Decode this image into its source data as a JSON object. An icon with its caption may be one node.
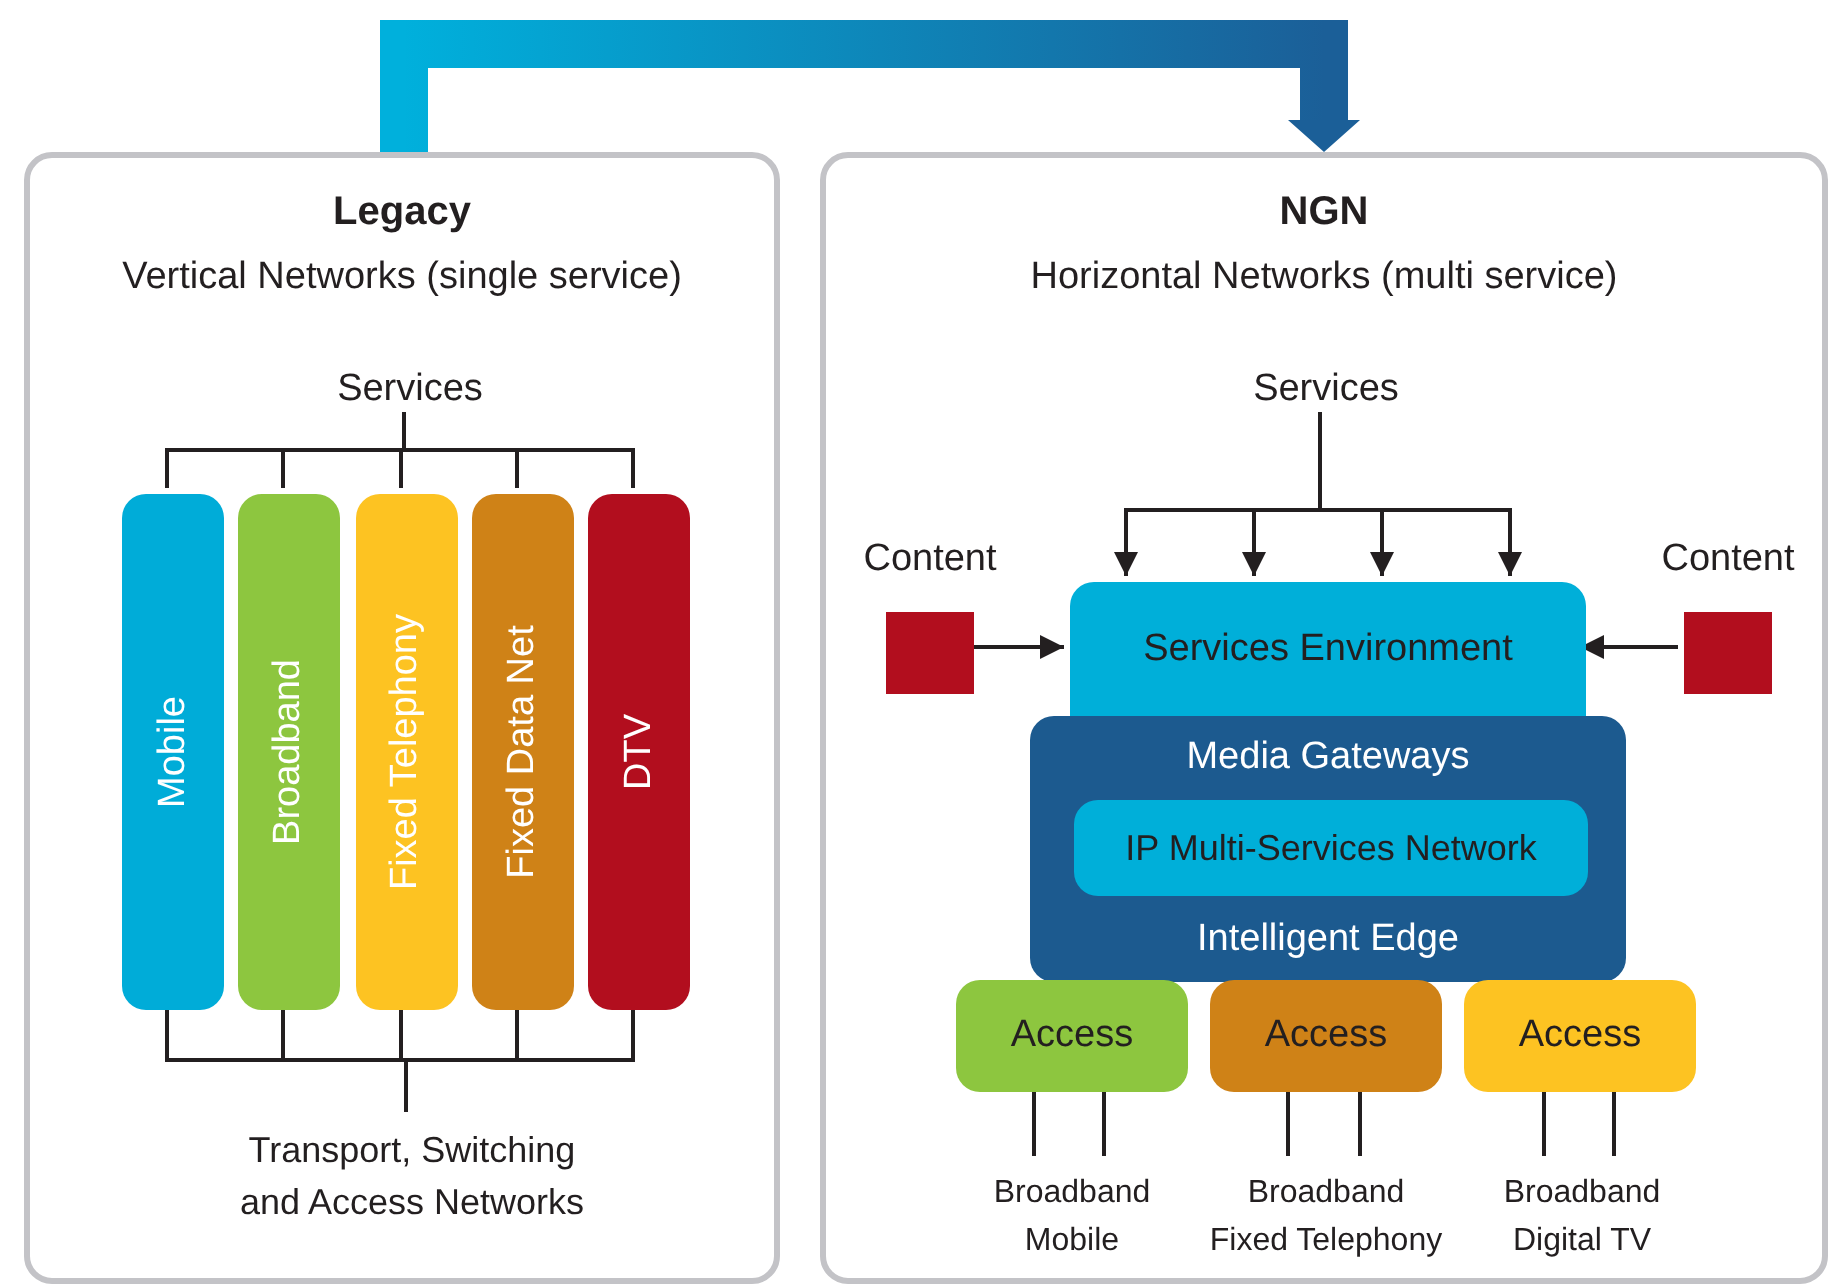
{
  "diagram": {
    "nodes": [
      {
        "text": [
          "Legacy",
          "Vertical Networks (single service)"
        ]
      },
      {
        "text": [
          "Services"
        ],
        "in": 0
      },
      {
        "text": [
          "Mobile"
        ],
        "in": 0
      },
      {
        "text": [
          "Broadband"
        ],
        "in": 0
      },
      {
        "text": [
          "Fixed Telephony"
        ],
        "in": 0
      },
      {
        "text": [
          "Fixed Data Net"
        ],
        "in": 0
      },
      {
        "text": [
          "DTV"
        ],
        "in": 0
      },
      {
        "text": [
          "Transport, Switching and Access Networks"
        ],
        "in": 0
      },
      {
        "text": [
          "NGN",
          "Horizontal Networks (multi service)"
        ]
      },
      {
        "text": [
          "Services"
        ],
        "in": 8
      },
      {
        "text": [
          "Content"
        ],
        "in": 8
      },
      {
        "text": [
          "Content"
        ],
        "in": 8
      },
      {
        "text": [
          "Services Environment"
        ],
        "in": 8
      },
      {
        "text": [
          "Media Gateways",
          "Intelligent Edge"
        ],
        "in": 8
      },
      {
        "text": [
          "IP Multi-Services Network"
        ],
        "in": 13
      },
      {
        "text": [
          "Access"
        ],
        "in": 8
      },
      {
        "text": [
          "Access"
        ],
        "in": 8
      },
      {
        "text": [
          "Access"
        ],
        "in": 8
      },
      {
        "text": [
          "Broadband Mobile"
        ],
        "in": 8
      },
      {
        "text": [
          "Broadband Fixed Telephony"
        ],
        "in": 8
      },
      {
        "text": [
          "Broadband Digital TV"
        ],
        "in": 8
      }
    ],
    "edges": [
      {
        "from": 0,
        "to": 8,
        "arrow": "to",
        "style": "thick",
        "color": "#1b5f98"
      },
      {
        "from": 1,
        "to": 2,
        "arrow": "none"
      },
      {
        "from": 1,
        "to": 3,
        "arrow": "none"
      },
      {
        "from": 1,
        "to": 4,
        "arrow": "none"
      },
      {
        "from": 1,
        "to": 5,
        "arrow": "none"
      },
      {
        "from": 1,
        "to": 6,
        "arrow": "none"
      },
      {
        "from": 2,
        "to": 7,
        "arrow": "none"
      },
      {
        "from": 3,
        "to": 7,
        "arrow": "none"
      },
      {
        "from": 4,
        "to": 7,
        "arrow": "none"
      },
      {
        "from": 5,
        "to": 7,
        "arrow": "none"
      },
      {
        "from": 6,
        "to": 7,
        "arrow": "none"
      },
      {
        "from": 9,
        "to": 12,
        "arrow": "to"
      },
      {
        "from": 9,
        "to": 12,
        "arrow": "to"
      },
      {
        "from": 9,
        "to": 12,
        "arrow": "to"
      },
      {
        "from": 9,
        "to": 12,
        "arrow": "to"
      },
      {
        "from": 10,
        "to": 12,
        "arrow": "to"
      },
      {
        "from": 11,
        "to": 12,
        "arrow": "to"
      },
      {
        "from": 15,
        "to": 18,
        "arrow": "none"
      },
      {
        "from": 15,
        "to": 18,
        "arrow": "none"
      },
      {
        "from": 16,
        "to": 19,
        "arrow": "none"
      },
      {
        "from": 16,
        "to": 19,
        "arrow": "none"
      },
      {
        "from": 17,
        "to": 20,
        "arrow": "none"
      },
      {
        "from": 17,
        "to": 20,
        "arrow": "none"
      }
    ]
  }
}
